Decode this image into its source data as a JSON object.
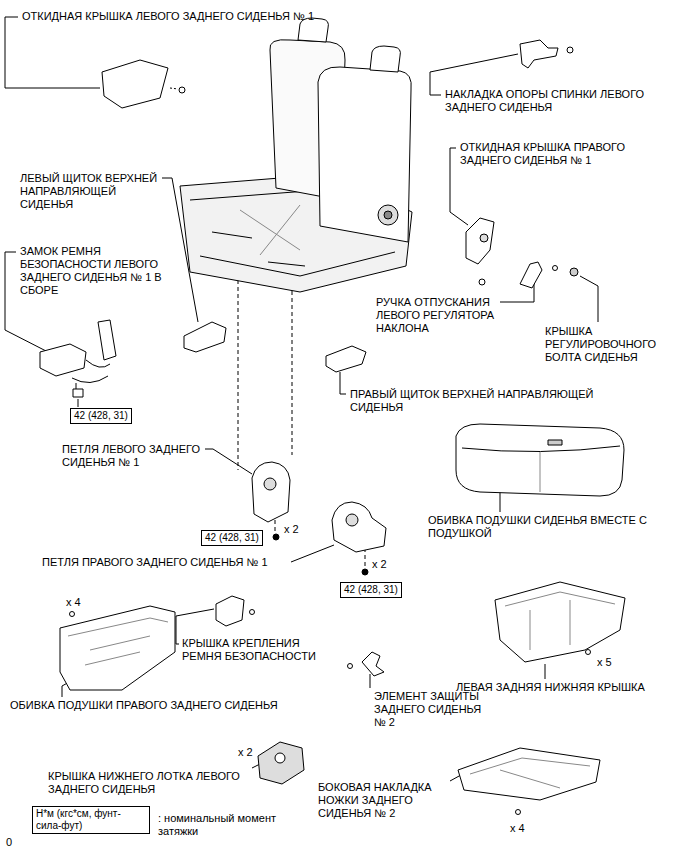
{
  "diagram": {
    "nodes": [
      {
        "text": [
          "42 (428, 31)"
        ]
      },
      {
        "text": [
          "42 (428, 31)"
        ]
      },
      {
        "text": [
          "42 (428, 31)"
        ]
      },
      {
        "text": [
          "Н*м (кгс*см, фунт-сила-фут)"
        ]
      }
    ],
    "labels": [
      "ОТКИДНАЯ КРЫШКА ЛЕВОГО ЗАДНЕГО СИДЕНЬЯ № 1",
      "НАКЛАДКА ОПОРЫ СПИНКИ ЛЕВОГО ЗАДНЕГО СИДЕНЬЯ",
      "ОТКИДНАЯ КРЫШКА ПРАВОГО ЗАДНЕГО СИДЕНЬЯ № 1",
      "ЛЕВЫЙ ЩИТОК ВЕРХНЕЙ НАПРАВЛЯЮЩЕЙ СИДЕНЬЯ",
      "ЗАМОК РЕМНЯ БЕЗОПАСНОСТИ ЛЕВОГО ЗАДНЕГО СИДЕНЬЯ № 1 В СБОРЕ",
      "РУЧКА ОТПУСКАНИЯ ЛЕВОГО РЕГУЛЯТОРА НАКЛОНА",
      "КРЫШКА РЕГУЛИРОВОЧНОГО БОЛТА СИДЕНЬЯ",
      "ПРАВЫЙ ЩИТОК ВЕРХНЕЙ НАПРАВЛЯЮЩЕЙ СИДЕНЬЯ",
      "ПЕТЛЯ ЛЕВОГО ЗАДНЕГО СИДЕНЬЯ № 1",
      "x 2",
      "ОБИВКА ПОДУШКИ СИДЕНЬЯ ВМЕСТЕ С ПОДУШКОЙ",
      "ПЕТЛЯ ПРАВОГО ЗАДНЕГО СИДЕНЬЯ № 1",
      "x 2",
      "x 4",
      "КРЫШКА КРЕПЛЕНИЯ РЕМНЯ БЕЗОПАСНОСТИ",
      "x 5",
      "ЭЛЕМЕНТ ЗАЩИТЫ ЗАДНЕГО СИДЕНЬЯ № 2",
      "ЛЕВАЯ ЗАДНЯЯ НИЖНЯЯ КРЫШКА",
      "ОБИВКА ПОДУШКИ ПРАВОГО ЗАДНЕГО СИДЕНЬЯ",
      "x 2",
      "КРЫШКА НИЖНЕГО ЛОТКА ЛЕВОГО ЗАДНЕГО СИДЕНЬЯ",
      "БОКОВАЯ НАКЛАДКА НОЖКИ ЗАДНЕГО СИДЕНЬЯ № 2",
      "x 4",
      ": номинальный момент затяжки",
      "0"
    ]
  }
}
